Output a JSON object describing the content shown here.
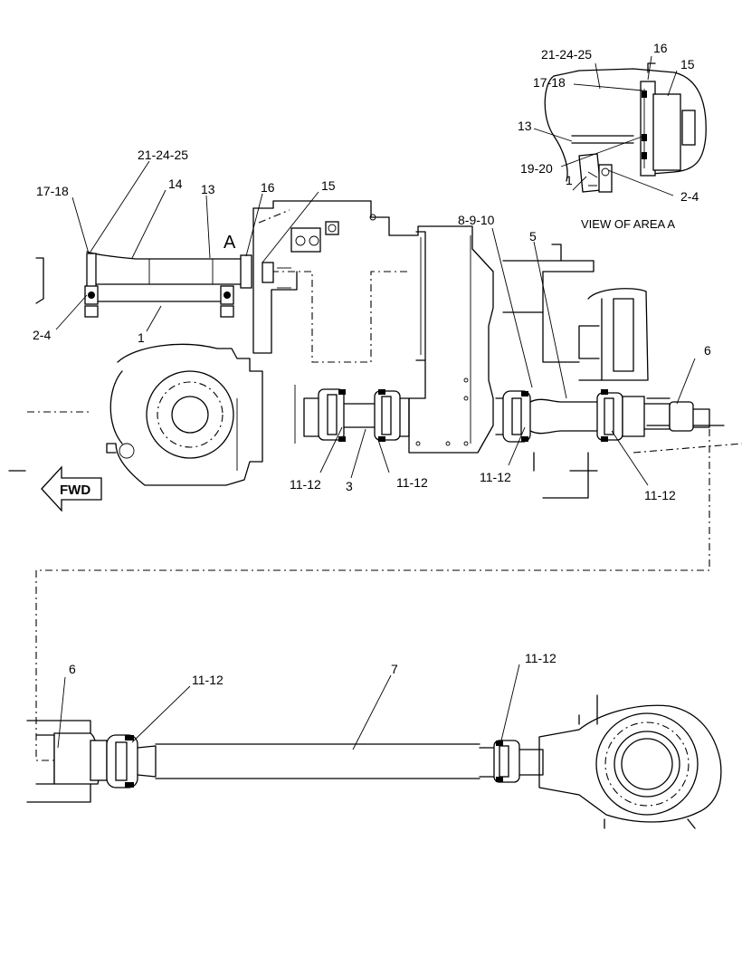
{
  "labels": {
    "l_21_24_25_a": "21-24-25",
    "l_16_a": "16",
    "l_15_a": "15",
    "l_17_18_a": "17-18",
    "l_13_a": "13",
    "l_19_20": "19-20",
    "l_1_a": "1",
    "l_2_4_a": "2-4",
    "view_area": "VIEW OF AREA A",
    "l_21_24_25_b": "21-24-25",
    "l_17_18_b": "17-18",
    "l_14": "14",
    "l_13_b": "13",
    "l_16_b": "16",
    "l_15_b": "15",
    "l_A": "A",
    "l_2_4_b": "2-4",
    "l_1_b": "1",
    "l_8_9_10": "8-9-10",
    "l_5": "5",
    "l_6_a": "6",
    "l_11_12_a": "11-12",
    "l_3": "3",
    "l_11_12_b": "11-12",
    "l_11_12_c": "11-12",
    "l_11_12_d": "11-12",
    "fwd": "FWD",
    "l_6_b": "6",
    "l_11_12_e": "11-12",
    "l_7": "7",
    "l_11_12_f": "11-12"
  }
}
